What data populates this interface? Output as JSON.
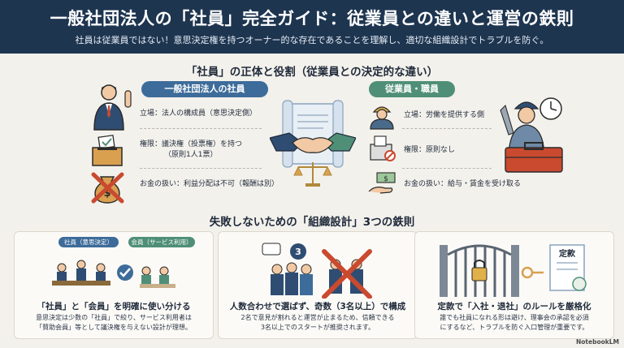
{
  "header": {
    "title": "一般社団法人の「社員」完全ガイド：従業員との違いと運営の鉄則",
    "subtitle": "社員は従業員ではない！意思決定権を持つオーナー的な存在であることを理解し、適切な組織設計でトラブルを防ぐ。"
  },
  "section1": {
    "title": "「社員」の正体と役割（従業員との決定的な違い）",
    "left": {
      "label": "一般社団法人の社員",
      "rows": [
        "立場：法人の構成員（意思決定側）",
        "権限：議決権（投票権）を持つ",
        "（原則1人1票）",
        "お金の扱い：利益分配は不可（報酬は別）"
      ]
    },
    "right": {
      "label": "従業員・職員",
      "rows": [
        "立場：労働を提供する側",
        "権限：原則なし",
        "お金の扱い：給与・賃金を受け取る"
      ]
    }
  },
  "section2": {
    "title": "失敗しないための「組織設計」3つの鉄則",
    "cards": [
      {
        "tags": [
          "社員（意思決定）",
          "会員（サービス利用）"
        ],
        "heading": "「社員」と「会員」を明確に使い分ける",
        "desc": [
          "意思決定は少数の「社員」で絞り、サービス利用者は",
          "「賛助会員」等として議決権を与えない設計が理想。"
        ]
      },
      {
        "badge": "3",
        "heading": "人数合わせで選ばず、奇数（3名以上）で構成",
        "desc": [
          "2名で意見が割れると運営が止まるため、信頼できる",
          "3名以上でのスタートが推奨されます。"
        ]
      },
      {
        "doc_label": "定款",
        "heading": "定款で「入社・退社」のルールを厳格化",
        "desc": [
          "誰でも社員になれる形は避け、理事会の承認を必須",
          "にするなど、トラブルを防ぐ入口管理が重要です。"
        ]
      }
    ]
  },
  "footer": {
    "brand": "NotebookLM"
  },
  "colors": {
    "navy": "#1e3550",
    "blue": "#3d6c9a",
    "green": "#4f8f78",
    "red": "#c94a2f",
    "bg": "#f3f1ec"
  }
}
